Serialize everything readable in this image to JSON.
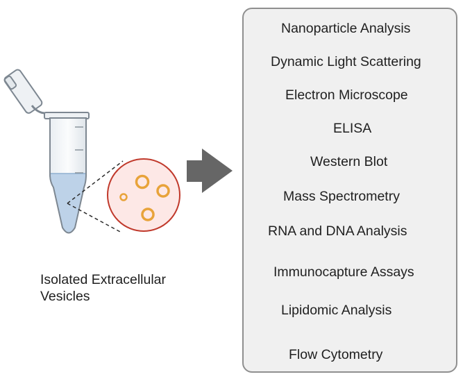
{
  "source": {
    "label_lines": [
      "Isolated Extracellular",
      "Vesicles"
    ],
    "tube_fill_color": "#bdd2e8",
    "vesicle_circle_border_color": "#c0392b",
    "vesicle_circle_fill_color": "#fde8e6",
    "vesicle_color": "#e8a33a"
  },
  "arrow": {
    "color": "#666666"
  },
  "methods_box": {
    "border_color": "#8f8f8f",
    "background_color": "#f0f0f0",
    "items": [
      "Nanoparticle Analysis",
      "Dynamic Light Scattering",
      "Electron Microscope",
      "ELISA",
      "Western Blot",
      "Mass Spectrometry",
      "RNA and DNA Analysis",
      "Immunocapture Assays",
      "Lipidomic Analysis",
      "Flow Cytometry"
    ]
  }
}
